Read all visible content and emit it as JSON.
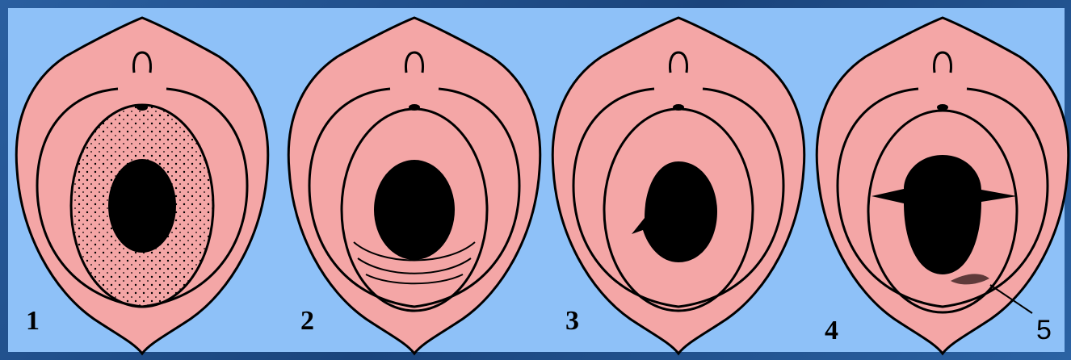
{
  "colors": {
    "background": "#8ec1f8",
    "border": "#1f4f8c",
    "tissue": "#f4a6a6",
    "outline": "#000000",
    "opening": "#000000"
  },
  "figures": [
    {
      "label": "1",
      "variant": "spotted"
    },
    {
      "label": "2",
      "variant": "lacerated"
    },
    {
      "label": "3",
      "variant": "notched"
    },
    {
      "label": "4",
      "variant": "torn",
      "callout": "5"
    }
  ]
}
